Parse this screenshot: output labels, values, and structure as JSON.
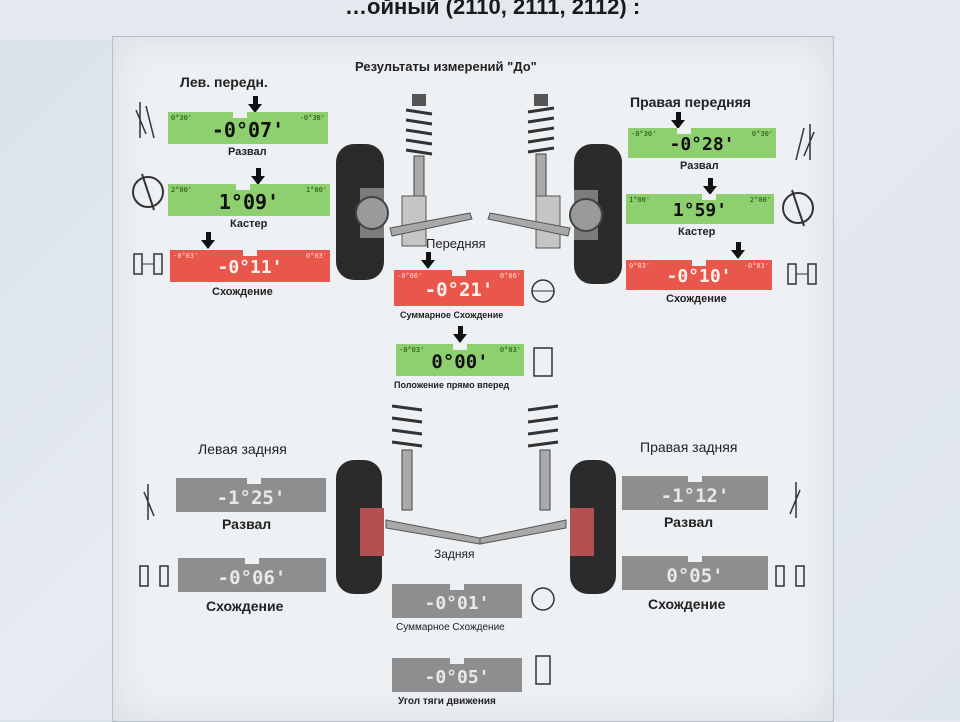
{
  "heading": "…ойный (2110, 2111, 2112) :",
  "title": "Результаты измерений \"До\"",
  "front": {
    "label": "Передняя",
    "left_title": "Лев. передн.",
    "right_title": "Правая передняя",
    "left": {
      "camber": {
        "label": "Развал",
        "value": "-0°07'",
        "min": "0°30'",
        "max": "-0°30'",
        "status": "green"
      },
      "caster": {
        "label": "Кастер",
        "value": "1°09'",
        "min": "2°00'",
        "max": "1°00'",
        "status": "green"
      },
      "toe": {
        "label": "Схождение",
        "value": "-0°11'",
        "min": "-0°03'",
        "max": "0°03'",
        "status": "red"
      }
    },
    "right": {
      "camber": {
        "label": "Развал",
        "value": "-0°28'",
        "min": "-0°30'",
        "max": "0°30'",
        "status": "green"
      },
      "caster": {
        "label": "Кастер",
        "value": "1°59'",
        "min": "1°00'",
        "max": "2°00'",
        "status": "green"
      },
      "toe": {
        "label": "Схождение",
        "value": "-0°10'",
        "min": "0°03'",
        "max": "-0°03'",
        "status": "red"
      }
    },
    "total_toe": {
      "label": "Суммарное Схождение",
      "value": "-0°21'",
      "min": "-0°06'",
      "max": "0°06'",
      "status": "red"
    },
    "straight_ahead": {
      "label": "Положение прямо вперед",
      "value": "0°00'",
      "min": "-0°03'",
      "max": "0°03'",
      "status": "green"
    }
  },
  "rear": {
    "label": "Задняя",
    "left_title": "Левая задняя",
    "right_title": "Правая задняя",
    "left": {
      "camber": {
        "label": "Развал",
        "value": "-1°25'"
      },
      "toe": {
        "label": "Схождение",
        "value": "-0°06'"
      }
    },
    "right": {
      "camber": {
        "label": "Развал",
        "value": "-1°12'"
      },
      "toe": {
        "label": "Схождение",
        "value": "0°05'"
      }
    },
    "total_toe": {
      "label": "Суммарное Схождение",
      "value": "-0°01'"
    },
    "thrust_angle": {
      "label": "Угол тяги движения",
      "value": "-0°05'"
    }
  },
  "colors": {
    "in_range": "#8ecf6f",
    "out_of_range": "#e8564c",
    "no_spec": "#8e8e8e"
  }
}
